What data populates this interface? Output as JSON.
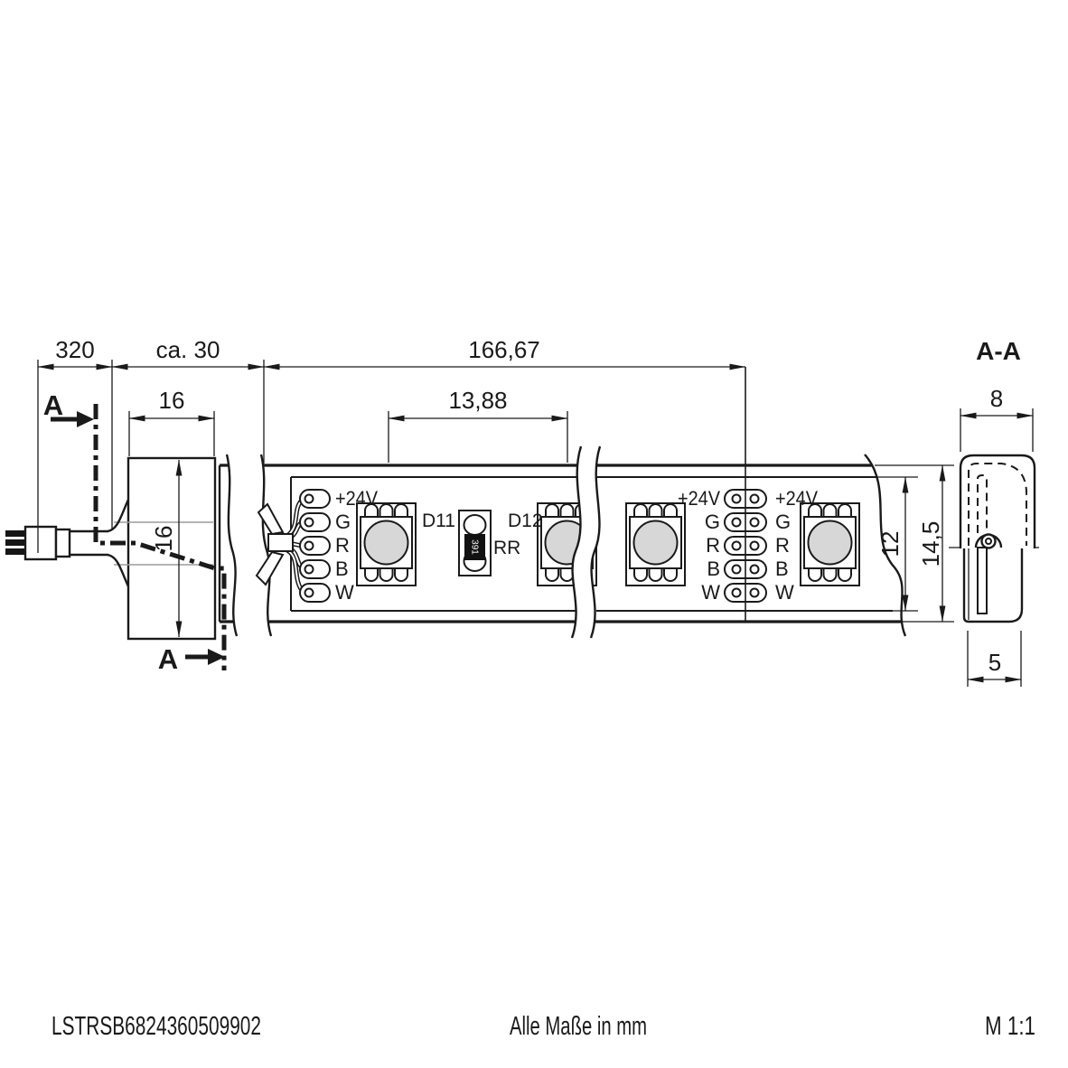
{
  "drawing": {
    "dims": {
      "cable": "320",
      "lead": "ca. 30",
      "segment": "166,67",
      "cap_w": "16",
      "cap_h": "16",
      "pitch": "13,88",
      "prof_w": "8",
      "pcb_h": "12",
      "sleeve_h": "14,5",
      "prof_bw": "5"
    },
    "section": {
      "label": "A-A",
      "marker": "A"
    },
    "pads": [
      "+24V",
      "G",
      "R",
      "B",
      "W"
    ],
    "refs": {
      "led1": "D11",
      "led2": "D12",
      "res": "RR",
      "res_val": "391"
    },
    "footer": {
      "part": "LSTRSB6824360509902",
      "note": "Alle Maße in mm",
      "scale": "M 1:1"
    }
  }
}
